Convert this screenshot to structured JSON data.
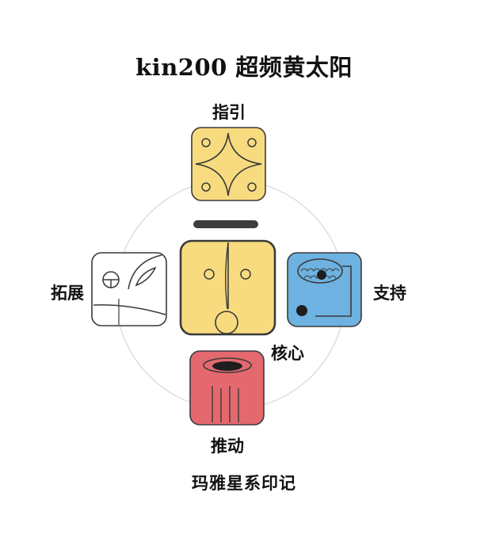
{
  "title": "kin200 超频黄太阳",
  "labels": {
    "guide": "指引",
    "support": "支持",
    "challenge": "拓展",
    "core": "核心",
    "occult": "推动"
  },
  "footer": "玛雅星系印记",
  "colors": {
    "yellow": "#f8db7f",
    "blue": "#6db2e0",
    "red": "#e4696f",
    "white": "#ffffff",
    "stroke": "#3a3a3a",
    "ring": "#d9d9d9",
    "bar": "#3d3d3d"
  },
  "glyphs": {
    "guide": "yellow-star-icon",
    "support": "blue-night-icon",
    "challenge": "white-worldbridger-icon",
    "core": "yellow-sun-icon",
    "occult": "red-serpent-icon"
  },
  "tone": {
    "bars": 1,
    "dots": 0
  }
}
